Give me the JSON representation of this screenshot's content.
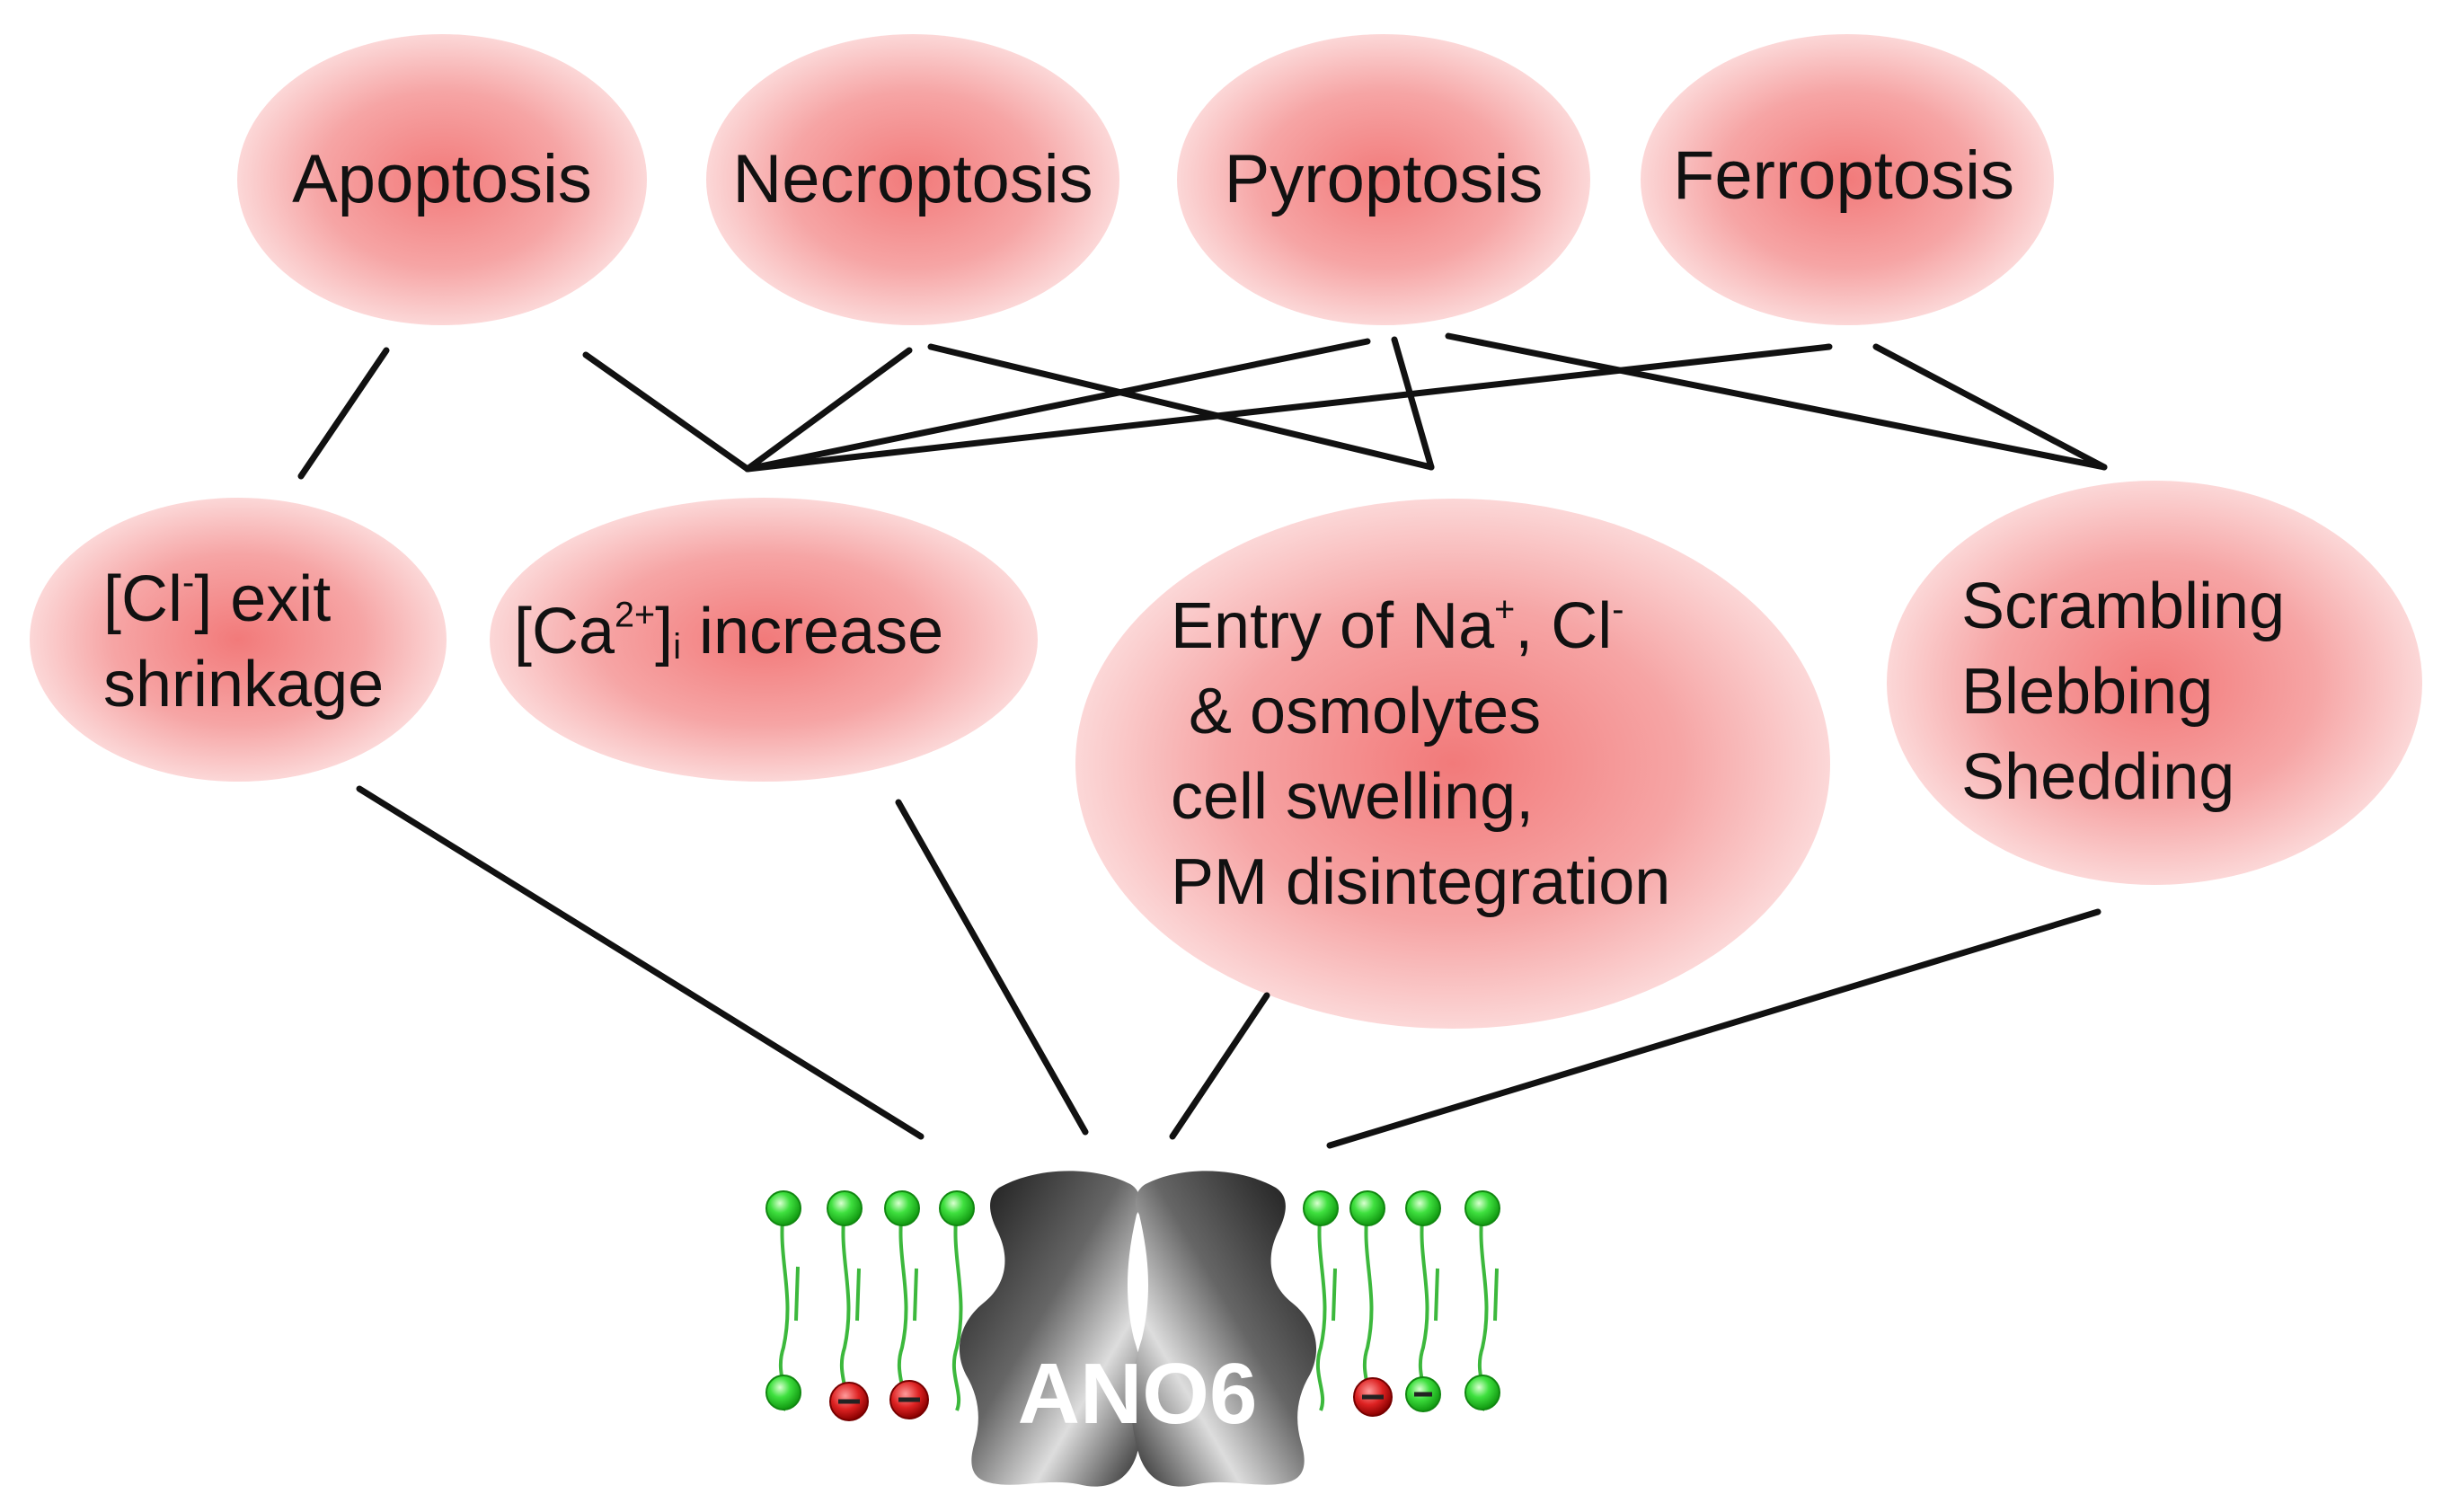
{
  "death_types": [
    {
      "id": "apoptosis",
      "label": "Apoptosis"
    },
    {
      "id": "necroptosis",
      "label": "Necroptosis"
    },
    {
      "id": "pyroptosis",
      "label": "Pyroptosis"
    },
    {
      "id": "ferroptosis",
      "label": "Ferroptosis"
    }
  ],
  "mechanisms": {
    "cl_exit": {
      "l1_pre": "[Cl",
      "l1_sup": "-",
      "l1_post": "] exit",
      "l2": "shrinkage"
    },
    "ca_increase": {
      "pre": "[Ca",
      "sup": "2+",
      "mid": "]",
      "sub": "i",
      "post": " increase"
    },
    "entry": {
      "l1_pre": "Entry of Na",
      "l1_sup1": "+",
      "l1_mid": ", Cl",
      "l1_sup2": "-",
      "l2": " & osmolytes",
      "l3": "cell swelling,",
      "l4": "PM disintegration"
    },
    "scrambling": {
      "l1": "Scrambling",
      "l2": "Blebbing",
      "l3": "Shedding"
    }
  },
  "protein": {
    "label": "ANO6"
  },
  "colors": {
    "ellipse_center": "#f08080",
    "ellipse_edge": "#fde6e6",
    "line": "#111111",
    "lipid_head": "#22cc22",
    "charge": "#cc1111"
  }
}
